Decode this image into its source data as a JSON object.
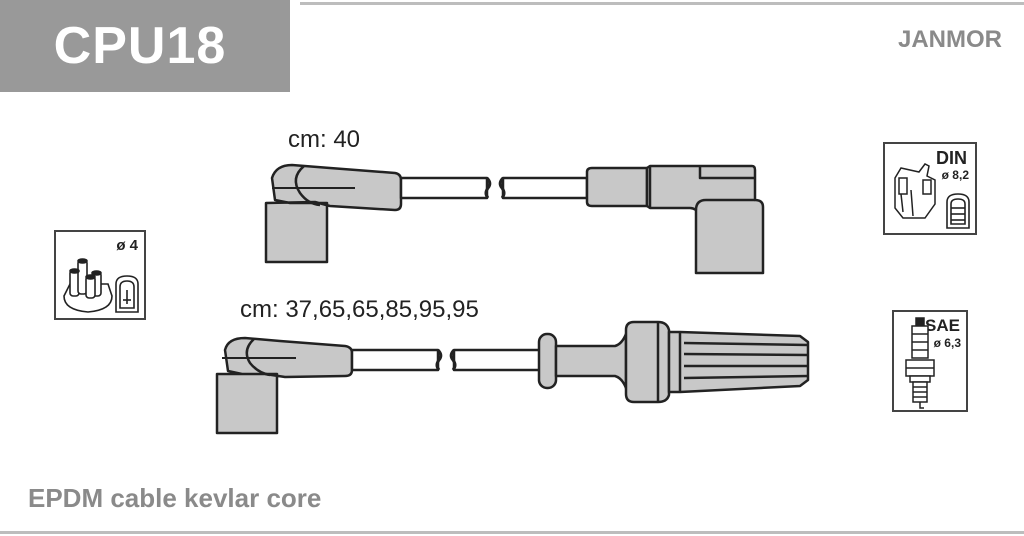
{
  "header": {
    "part_code": "CPU18",
    "brand": "JANMOR"
  },
  "cables": {
    "top": {
      "length_label": "cm: 40"
    },
    "bottom": {
      "length_label": "cm: 37,65,65,85,95,95"
    }
  },
  "badges": {
    "distributor": {
      "diameter": "ø 4"
    },
    "coil": {
      "standard": "DIN",
      "diameter": "ø 8,2"
    },
    "spark_plug": {
      "standard": "SAE",
      "diameter": "ø 6,3"
    }
  },
  "footer": {
    "description": "EPDM cable kevlar core"
  },
  "colors": {
    "header_box": "#999999",
    "boot_fill": "#c8c8c8",
    "outline": "#222222",
    "muted_text": "#8a8a8a"
  }
}
